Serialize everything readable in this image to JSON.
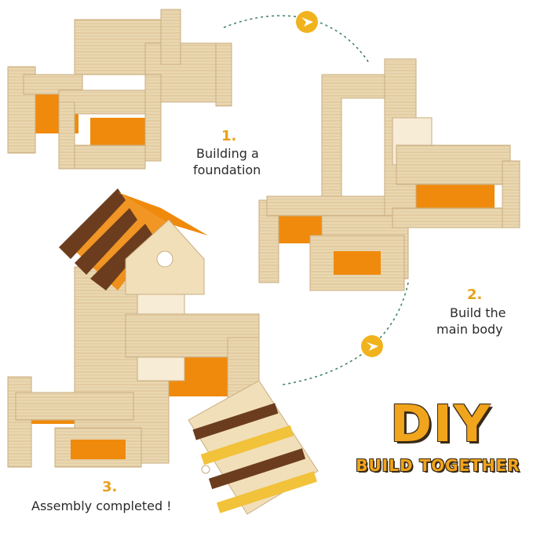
{
  "colors": {
    "wood": "#e9d5ad",
    "wood_dark": "#c9ad7f",
    "acrylic_orange": "#f08a0c",
    "roof_brown": "#6b3d1e",
    "accent_yellow": "#f1a51c",
    "arrow_green": "#3a7d5e"
  },
  "steps": [
    {
      "number": "1.",
      "lines": [
        "Building a",
        "foundation"
      ]
    },
    {
      "number": "2.",
      "lines": [
        "Build the",
        "main body"
      ]
    },
    {
      "number": "3.",
      "lines": [
        "Assembly completed !"
      ]
    }
  ],
  "headline": {
    "title": "DIY",
    "tagline": "BUILD TOGETHER"
  },
  "icons": [
    "arrow-badge-icon",
    "arrow-badge-icon"
  ]
}
